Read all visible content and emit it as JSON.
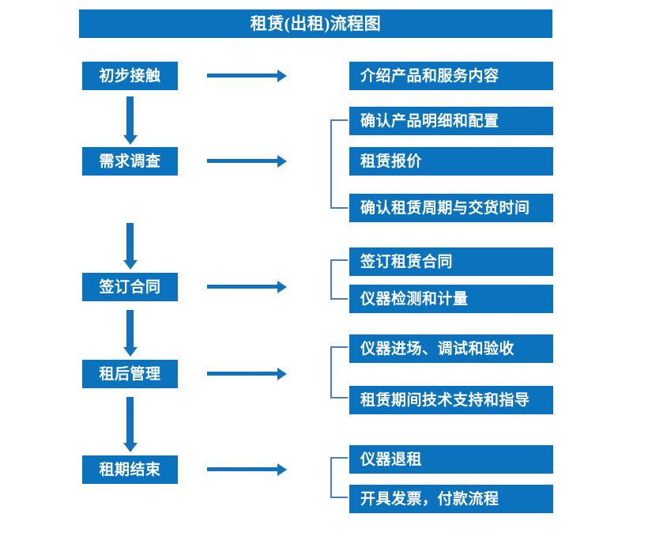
{
  "title": {
    "text": "租赁(出租)流程图"
  },
  "colors": {
    "box_blue": "#0B72BD",
    "arrow_blue": "#1272BC",
    "bracket_blue": "#4A7FB5",
    "box_text": "#FFFFFF",
    "background": "#FFFFFF"
  },
  "stages": [
    {
      "id": "initial-contact",
      "label": "初步接触"
    },
    {
      "id": "needs-survey",
      "label": "需求调查"
    },
    {
      "id": "sign-contract",
      "label": "签订合同"
    },
    {
      "id": "post-rental-management",
      "label": "租后管理"
    },
    {
      "id": "rental-end",
      "label": "租期结束"
    }
  ],
  "details": [
    {
      "id": "introduce-products",
      "label": "介绍产品和服务内容"
    },
    {
      "id": "confirm-product-details",
      "label": "确认产品明细和配置"
    },
    {
      "id": "rental-quotation",
      "label": "租赁报价"
    },
    {
      "id": "confirm-rental-period",
      "label": "确认租赁周期与交货时间"
    },
    {
      "id": "sign-rental-contract",
      "label": "签订租赁合同"
    },
    {
      "id": "instrument-inspection",
      "label": "仪器检测和计量"
    },
    {
      "id": "instrument-entry",
      "label": "仪器进场、调试和验收"
    },
    {
      "id": "technical-support",
      "label": "租赁期间技术支持和指导"
    },
    {
      "id": "instrument-return",
      "label": "仪器退租"
    },
    {
      "id": "invoice-payment",
      "label": "开具发票，付款流程"
    }
  ]
}
